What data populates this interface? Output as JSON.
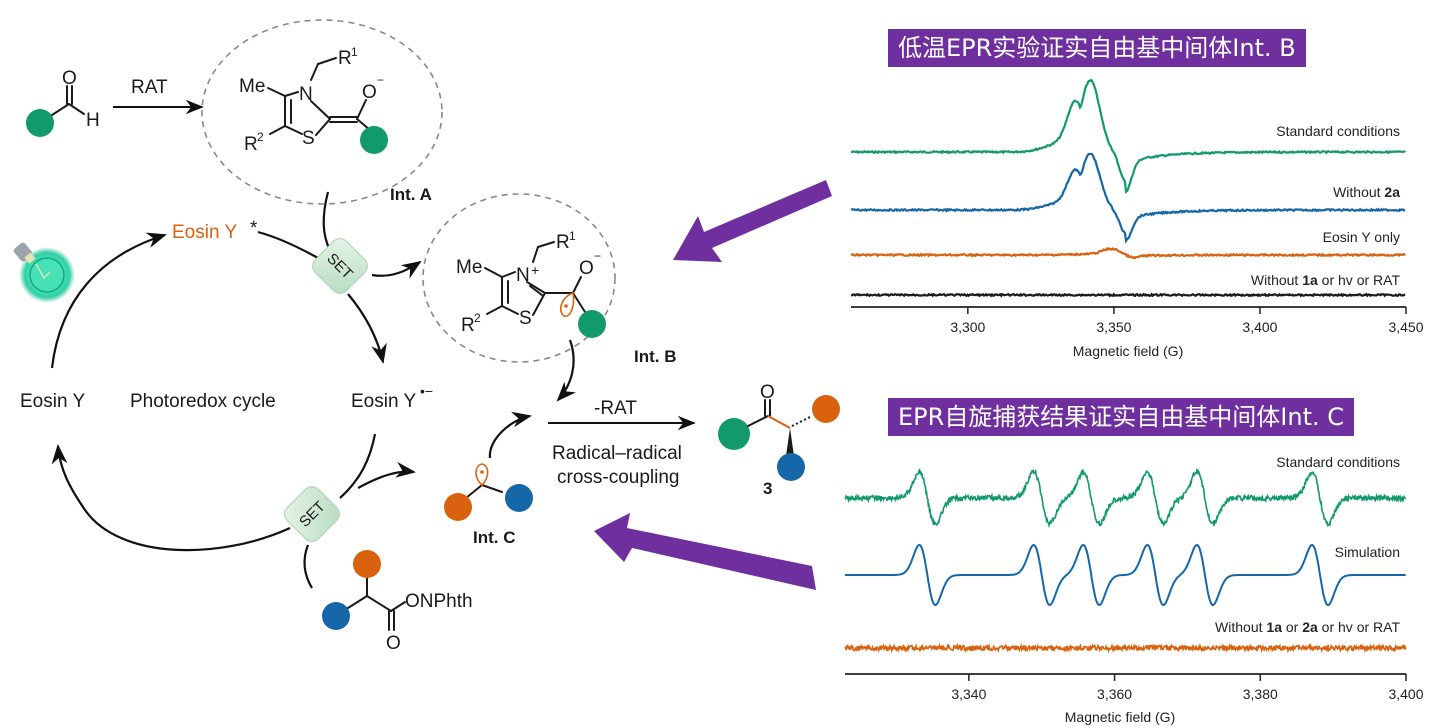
{
  "colors": {
    "green": "#139a6c",
    "blue": "#1567a8",
    "orange": "#d9620e",
    "purple": "#6f2f9e",
    "black": "#1a1a1a",
    "set_box": "#cfe9d3",
    "bulb_glow": "#2de0b0"
  },
  "scheme": {
    "reagent_arrow_label": "RAT",
    "aldehyde": {
      "O": "O",
      "H": "H"
    },
    "thiazole": {
      "me": "Me",
      "n": "N",
      "s": "S",
      "r1": "R",
      "r1_sup": "1",
      "r2": "R",
      "r2_sup": "2",
      "o_minus": "O",
      "minus": "−",
      "plus": "+"
    },
    "int_a_label": "Int. A",
    "int_b_label": "Int. B",
    "int_c_label": "Int. C",
    "eosin_excited": "Eosin Y",
    "eosin_excited_star": "*",
    "eosin_ground": "Eosin Y",
    "eosin_radical_anion": "Eosin Y",
    "eosin_radical_anion_sup": "•−",
    "cycle_label": "Photoredox cycle",
    "set_label_top": "SET",
    "set_label_bottom": "SET",
    "coupling_arrow_top": "-RAT",
    "coupling_line1": "Radical–radical",
    "coupling_line2": "cross-coupling",
    "product_label": "3",
    "product_o": "O",
    "ester_group": "ONPhth",
    "ester_o": "O",
    "light_icon": "light-bulb-icon"
  },
  "panels": {
    "top_banner": "低温EPR实验证实自由基中间体Int. B",
    "bottom_banner": "EPR自旋捕获结果证实自由基中间体Int. C"
  },
  "chart_data": [
    {
      "type": "line",
      "title": "低温EPR实验证实自由基中间体Int. B",
      "xlabel": "Magnetic field (G)",
      "ylabel": "",
      "xlim": [
        3260,
        3450
      ],
      "xticks": [
        3300,
        3350,
        3400,
        3450
      ],
      "xtick_labels": [
        "3,300",
        "3,350",
        "3,400",
        "3,450"
      ],
      "grid": false,
      "legend": "inline-right",
      "series": [
        {
          "name": "Standard conditions",
          "color": "#139a6c",
          "baseline_offset": 3,
          "amplitude": 1.0,
          "center_g": 3342,
          "min_g": 3354,
          "shoulder_g": 3337
        },
        {
          "name": "Without 2a",
          "name_plain": "Without ",
          "name_bold": "2a",
          "name_tail": "",
          "color": "#1567a8",
          "baseline_offset": 2,
          "amplitude": 0.78,
          "center_g": 3342,
          "min_g": 3354,
          "shoulder_g": 3337
        },
        {
          "name": "Eosin Y only",
          "name_plain": "Eosin Y only",
          "color": "#d9620e",
          "baseline_offset": 1,
          "amplitude": 0.08,
          "center_g": 3349,
          "min_g": 3356
        },
        {
          "name": "Without 1a or hv or RAT",
          "name_plain": "Without ",
          "name_bold": "1a",
          "name_tail": " or hv or RAT",
          "color": "#1a1a1a",
          "baseline_offset": 0,
          "amplitude": 0.0
        }
      ]
    },
    {
      "type": "line",
      "title": "EPR自旋捕获结果证实自由基中间体Int. C",
      "xlabel": "Magnetic field (G)",
      "ylabel": "",
      "xlim": [
        3323,
        3400
      ],
      "xticks": [
        3340,
        3360,
        3380,
        3400
      ],
      "xtick_labels": [
        "3,340",
        "3,360",
        "3,380",
        "3,400"
      ],
      "grid": false,
      "legend": "inline-right",
      "line_centers_g": [
        3334.3,
        3350.0,
        3356.8,
        3365.6,
        3372.4,
        3388.2
      ],
      "series": [
        {
          "name": "Standard conditions",
          "color": "#139a6c",
          "noisy": true,
          "amplitude": 1.0
        },
        {
          "name": "Simulation",
          "color": "#1567a8",
          "noisy": false,
          "amplitude": 1.0
        },
        {
          "name": "Without 1a or 2a or hv or RAT",
          "name_plain": "Without ",
          "name_bold": "1a",
          "name_mid": " or ",
          "name_bold2": "2a",
          "name_tail": " or hv or RAT",
          "color": "#d9620e",
          "noisy": true,
          "amplitude": 0.0
        }
      ]
    }
  ]
}
